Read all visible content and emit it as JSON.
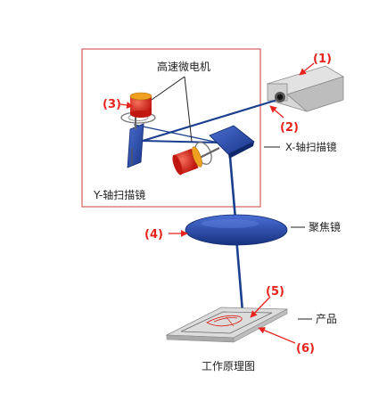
{
  "labels": {
    "motors": "高速微电机",
    "x_mirror": "X-轴扫描镜",
    "y_mirror": "Y-轴扫描镜",
    "lens": "聚焦镜",
    "product": "产品",
    "caption": "工作原理图"
  },
  "markers": {
    "m1": "(1)",
    "m2": "(2)",
    "m3": "(3)",
    "m4": "(4)",
    "m5": "(5)",
    "m6": "(6)"
  },
  "colors": {
    "marker": "#e8231e",
    "beam": "#1b3f8f",
    "box_frame": "#d96a6a",
    "lens": "#1c3a9c",
    "motor": "#d9241c",
    "motor_cap": "#f0a020",
    "gray_body": "#c9c9c9",
    "text": "#222222"
  },
  "icons": {
    "laser": "laser-source-icon",
    "motor_top": "motor-icon",
    "motor_side": "motor-icon",
    "lens": "focusing-lens-icon",
    "workpiece": "workpiece-icon"
  }
}
